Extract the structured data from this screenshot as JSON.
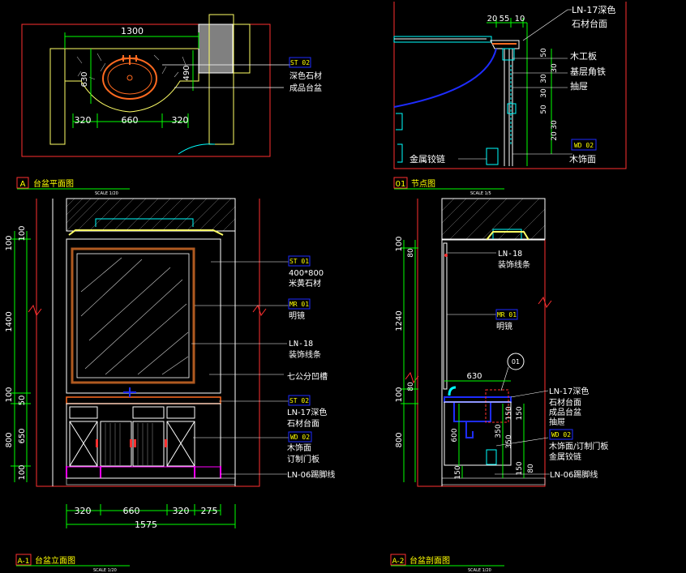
{
  "colors": {
    "frame": "#ff3030",
    "dim": "#00ff00",
    "text": "#ffffff",
    "tag": "#ffff00",
    "box": "#1e2cff",
    "wall": "#ffff66",
    "detail": "#00ffff",
    "accent": "#ff00ff",
    "fill": "#808080",
    "brown": "#b05a20"
  },
  "plan": {
    "dim_top": "1300",
    "dim_side_left": "630",
    "dim_side_right": "490",
    "dim_bottom": [
      "320",
      "660",
      "320"
    ],
    "tag": "ST 02",
    "tag_text1": "深色石材",
    "tag_text2": "成品台盆",
    "title_letter": "A",
    "title": "台盆平面图",
    "scale": "SCALE 1/20"
  },
  "node": {
    "dim_top": [
      "20",
      "55",
      "10"
    ],
    "labels": [
      "LN-17深色",
      "石材台面",
      "木工板",
      "基层角铁",
      "抽屉",
      "金属铰链",
      "木饰面"
    ],
    "tag": "WD 02",
    "dims_right": [
      "50",
      "30",
      "30",
      "30",
      "50",
      "30",
      "20"
    ],
    "title_letter": "01",
    "title": "节点图",
    "scale": "SCALE 1/5"
  },
  "elevation": {
    "dims_left_outer": [
      "100",
      "1400",
      "100",
      "800"
    ],
    "dims_left_inner": [
      "100",
      "50",
      "650",
      "100"
    ],
    "dims_bottom": [
      "320",
      "660",
      "320",
      "275"
    ],
    "dim_total": "1575",
    "callouts": [
      {
        "tag": "ST 01",
        "lines": [
          "400*800",
          "米黄石材"
        ]
      },
      {
        "tag": "MR 01",
        "lines": [
          "明镜"
        ]
      },
      {
        "tag": "",
        "lines": [
          "LN-18",
          "装饰线条"
        ]
      },
      {
        "tag": "",
        "lines": [
          "七公分凹槽"
        ]
      },
      {
        "tag": "ST 02",
        "lines": [
          "LN-17深色",
          "石材台面"
        ]
      },
      {
        "tag": "WD 02",
        "lines": [
          "木饰面",
          "订制门板"
        ]
      },
      {
        "tag": "",
        "lines": [
          "LN-06踢脚线"
        ]
      }
    ],
    "title_letter": "A-1",
    "title": "台盆立面图",
    "scale": "SCALE 1/20"
  },
  "section": {
    "dims_left": [
      "100",
      "1240",
      "100",
      "800"
    ],
    "dims_left_inner": [
      "80",
      "80"
    ],
    "dim_630": "630",
    "dim_600": "600",
    "dims_inner": [
      "150",
      "350",
      "150",
      "350",
      "150",
      "150"
    ],
    "dim_80": "80",
    "circle_label": "01",
    "callouts": [
      {
        "tag": "",
        "lines": [
          "LN-18",
          "装饰线条"
        ]
      },
      {
        "tag": "MR 01",
        "lines": [
          "明镜"
        ]
      },
      {
        "tag": "",
        "lines": [
          "LN-17深色",
          "石材台面",
          "成品台盆",
          "抽屉"
        ]
      },
      {
        "tag": "WD 02",
        "lines": [
          "木饰面/订制门板",
          "金属铰链"
        ]
      },
      {
        "tag": "",
        "lines": [
          "LN-06踢脚线"
        ]
      }
    ],
    "title_letter": "A-2",
    "title": "台盆剖面图",
    "scale": "SCALE 1/20"
  }
}
